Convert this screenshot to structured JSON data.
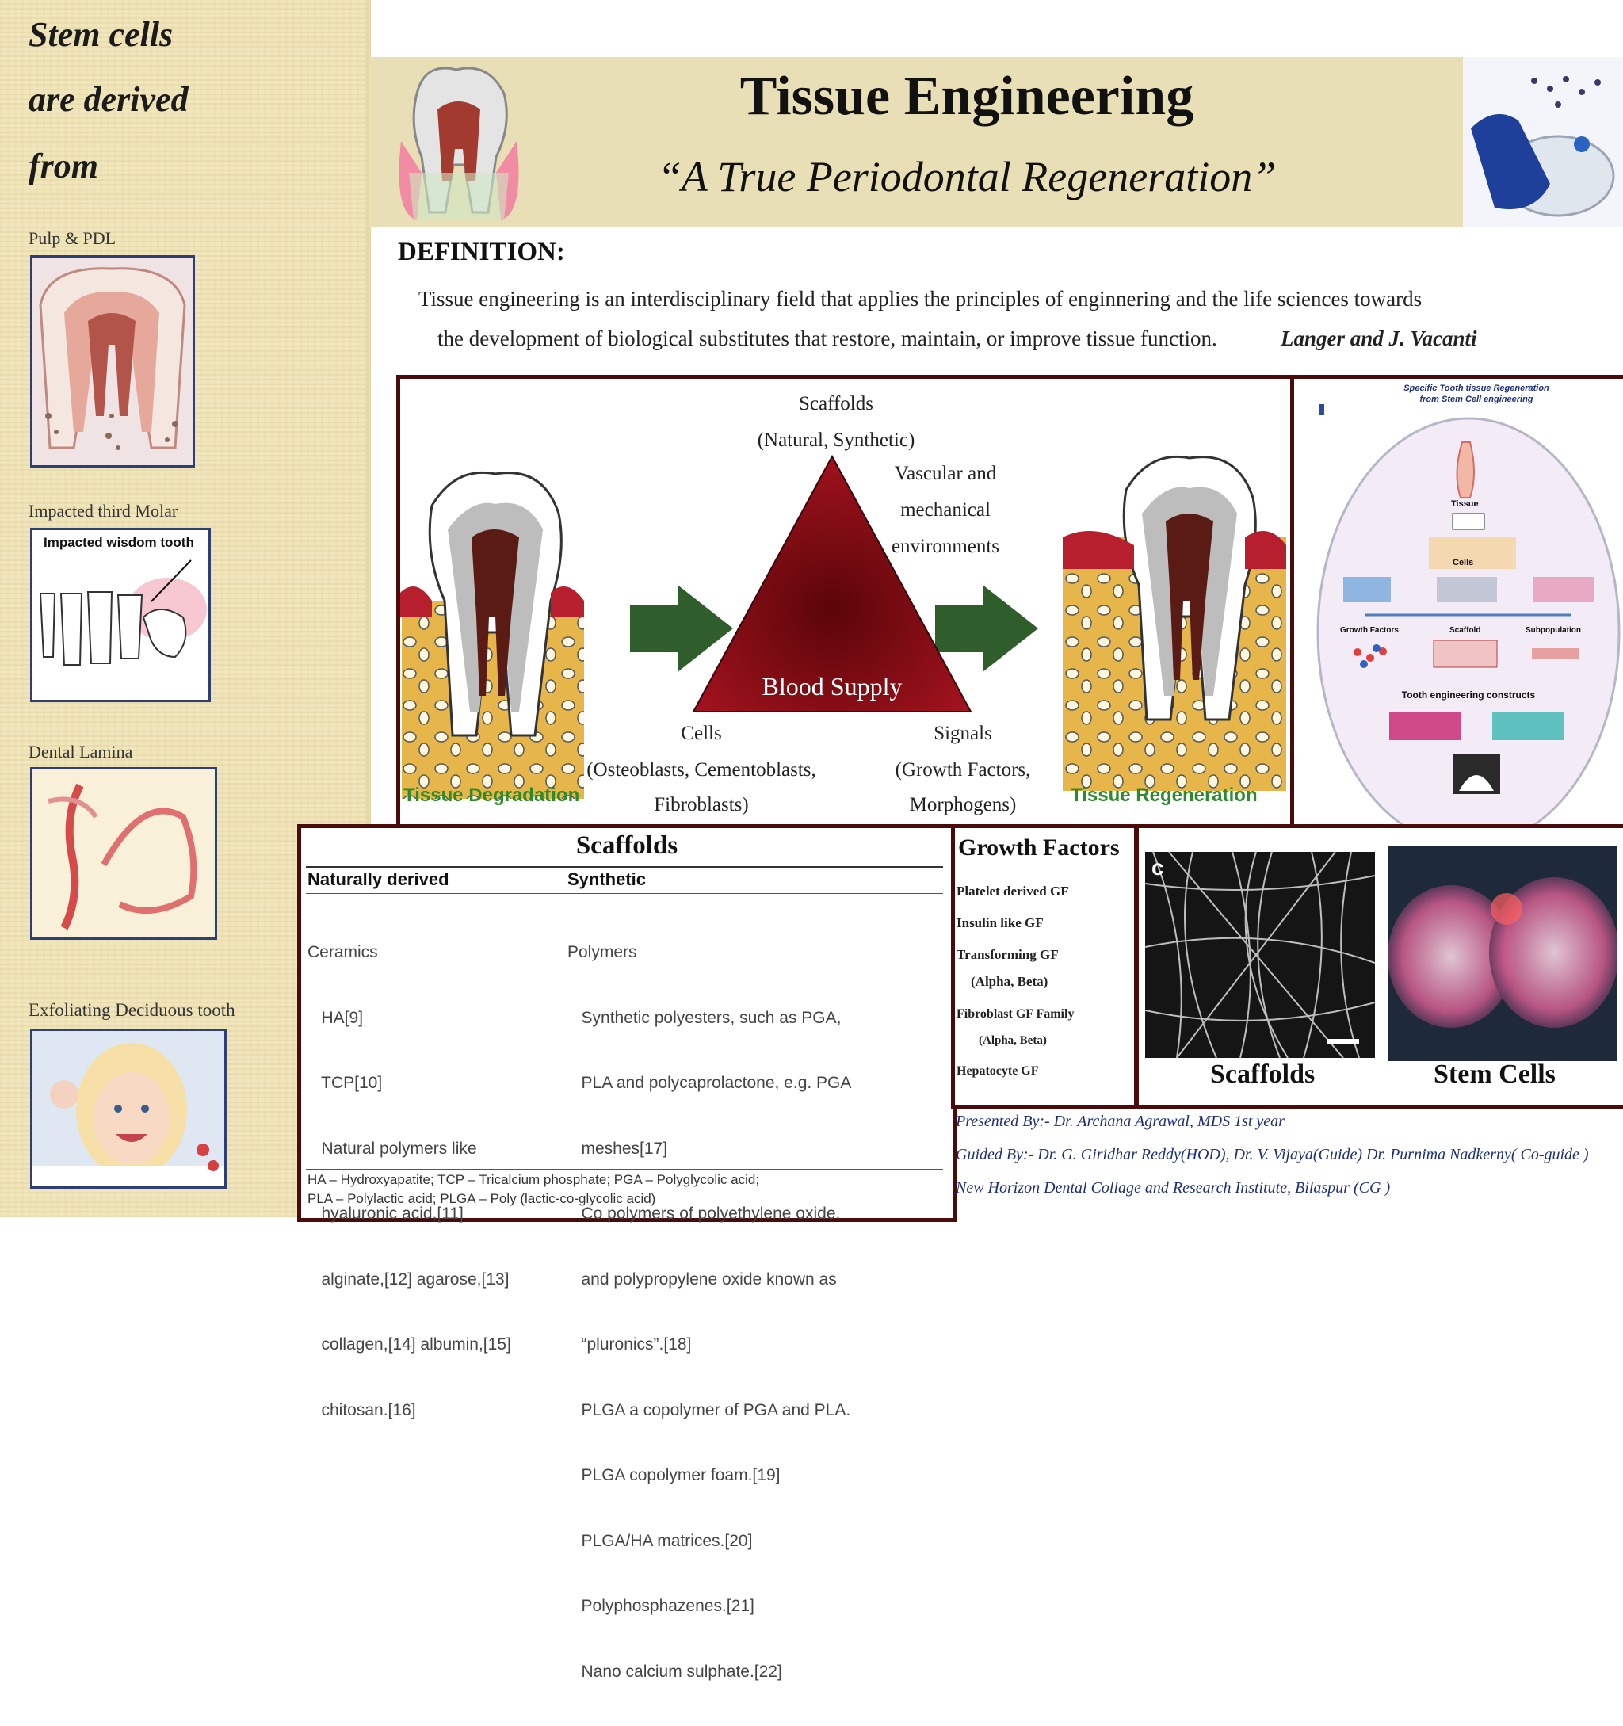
{
  "left": {
    "heading_lines": [
      "Stem cells",
      "are derived",
      "from"
    ],
    "captions": [
      "Pulp & PDL",
      "Impacted third Molar",
      "Dental Lamina",
      "Exfoliating Deciduous tooth"
    ],
    "impacted_image_label": "Impacted wisdom tooth"
  },
  "header": {
    "title": "Tissue Engineering",
    "subtitle": "“A True Periodontal Regeneration”"
  },
  "definition": {
    "heading": "DEFINITION:",
    "line1": "Tissue engineering is an interdisciplinary field that applies the principles of enginnering and the life sciences towards",
    "line2": "the development of biological substitutes that restore, maintain, or improve tissue function.",
    "attribution": "Langer and J. Vacanti"
  },
  "diagram": {
    "scaffolds_label": "Scaffolds",
    "scaffolds_sub": "(Natural, Synthetic)",
    "vascular_1": "Vascular and",
    "vascular_2": "mechanical",
    "vascular_3": "environments",
    "center": "Blood Supply",
    "cells_1": "Cells",
    "cells_2": "(Osteoblasts, Cementoblasts,",
    "cells_3": "Fibroblasts)",
    "signals_1": "Signals",
    "signals_2": "(Growth Factors,",
    "signals_3": "Morphogens)",
    "left_label": "Tissue Degradation",
    "right_label": "Tissue Regeneration",
    "colors": {
      "triangle": "#8b0a14",
      "arrow": "#2f5e2c"
    }
  },
  "side_figure": {
    "title_1": "Specific Tooth tissue Regeneration",
    "title_2": "from Stem Cell engineering",
    "tissue": "Tissue",
    "cells": "Cells",
    "growth_factors": "Growth Factors",
    "scaffold": "Scaffold",
    "subpopulation": "Subpopulation",
    "constructs": "Tooth engineering constructs"
  },
  "scaffolds": {
    "title": "Scaffolds",
    "col_natural": "Naturally derived",
    "col_synthetic": "Synthetic",
    "natural_items": [
      "Ceramics",
      "   HA[9]",
      "   TCP[10]",
      "   Natural polymers like",
      "   hyaluronic acid,[11]",
      "   alginate,[12] agarose,[13]",
      "   collagen,[14] albumin,[15]",
      "   chitosan.[16]"
    ],
    "synthetic_items": [
      "Polymers",
      "   Synthetic polyesters, such as PGA,",
      "   PLA and polycaprolactone, e.g. PGA",
      "   meshes[17]",
      "   Co polymers of polyethylene oxide,",
      "   and polypropylene oxide known as",
      "   “pluronics”.[18]",
      "   PLGA a copolymer of PGA and PLA.",
      "   PLGA copolymer foam.[19]",
      "   PLGA/HA matrices.[20]",
      "   Polyphosphazenes.[21]",
      "   Nano calcium sulphate.[22]"
    ],
    "footnote_1": "HA – Hydroxyapatite; TCP – Tricalcium phosphate; PGA – Polyglycolic acid;",
    "footnote_2": "PLA – Polylactic acid; PLGA   – Poly (lactic-co-glycolic acid)"
  },
  "growth_factors": {
    "title": "Growth Factors",
    "items": [
      "Platelet derived GF",
      "Insulin like GF",
      "Transforming GF",
      "(Alpha, Beta)",
      "Fibroblast GF Family",
      "(Alpha, Beta)",
      "Hepatocyte GF"
    ]
  },
  "images": {
    "scaffolds_caption": "Scaffolds",
    "stem_cells_caption": "Stem Cells",
    "panel_letter": "c"
  },
  "credits": {
    "presented": "Presented By:- Dr. Archana Agrawal, MDS 1st year",
    "guided": "Guided By:- Dr. G. Giridhar Reddy(HOD), Dr. V. Vijaya(Guide) Dr. Purnima Nadkerny( Co-guide )",
    "institute": "New Horizon Dental Collage and Research Institute, Bilaspur (CG )"
  }
}
